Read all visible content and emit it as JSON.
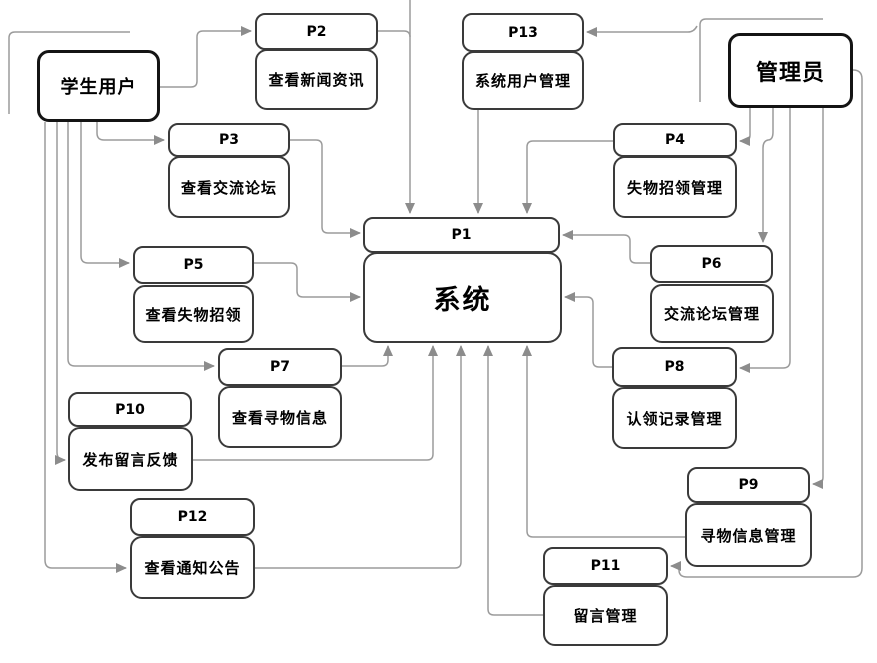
{
  "colors": {
    "background": "#ffffff",
    "process_border": "#3a3a3a",
    "entity_border": "#141414",
    "connector": "#9b9b9b",
    "arrowhead": "#8c8c8c",
    "text": "#000000"
  },
  "entities": {
    "student": {
      "label": "学生用户"
    },
    "admin": {
      "label": "管理员"
    }
  },
  "processes": {
    "p1": {
      "id": "P1",
      "label": "系统"
    },
    "p2": {
      "id": "P2",
      "label": "查看新闻资讯"
    },
    "p3": {
      "id": "P3",
      "label": "查看交流论坛"
    },
    "p4": {
      "id": "P4",
      "label": "失物招领管理"
    },
    "p5": {
      "id": "P5",
      "label": "查看失物招领"
    },
    "p6": {
      "id": "P6",
      "label": "交流论坛管理"
    },
    "p7": {
      "id": "P7",
      "label": "查看寻物信息"
    },
    "p8": {
      "id": "P8",
      "label": "认领记录管理"
    },
    "p9": {
      "id": "P9",
      "label": "寻物信息管理"
    },
    "p10": {
      "id": "P10",
      "label": "发布留言反馈"
    },
    "p11": {
      "id": "P11",
      "label": "留言管理"
    },
    "p12": {
      "id": "P12",
      "label": "查看通知公告"
    },
    "p13": {
      "id": "P13",
      "label": "系统用户管理"
    }
  },
  "edges": [
    {
      "from": "学生用户",
      "to": "P2"
    },
    {
      "from": "学生用户",
      "to": "P3"
    },
    {
      "from": "学生用户",
      "to": "P5"
    },
    {
      "from": "学生用户",
      "to": "P7"
    },
    {
      "from": "学生用户",
      "to": "P10"
    },
    {
      "from": "学生用户",
      "to": "P12"
    },
    {
      "from": "P2",
      "to": "P1"
    },
    {
      "from": "P3",
      "to": "P1"
    },
    {
      "from": "P5",
      "to": "P1"
    },
    {
      "from": "P7",
      "to": "P1"
    },
    {
      "from": "P10",
      "to": "P1"
    },
    {
      "from": "P12",
      "to": "P1"
    },
    {
      "from": "P11",
      "to": "P1"
    },
    {
      "from": "P9",
      "to": "P1"
    },
    {
      "from": "P13",
      "to": "P1"
    },
    {
      "from": "P4",
      "to": "P1"
    },
    {
      "from": "P6",
      "to": "P1"
    },
    {
      "from": "P8",
      "to": "P1"
    },
    {
      "from": "管理员",
      "to": "P13"
    },
    {
      "from": "管理员",
      "to": "P4"
    },
    {
      "from": "管理员",
      "to": "P6"
    },
    {
      "from": "管理员",
      "to": "P8"
    },
    {
      "from": "管理员",
      "to": "P9"
    },
    {
      "from": "管理员",
      "to": "P11"
    }
  ]
}
